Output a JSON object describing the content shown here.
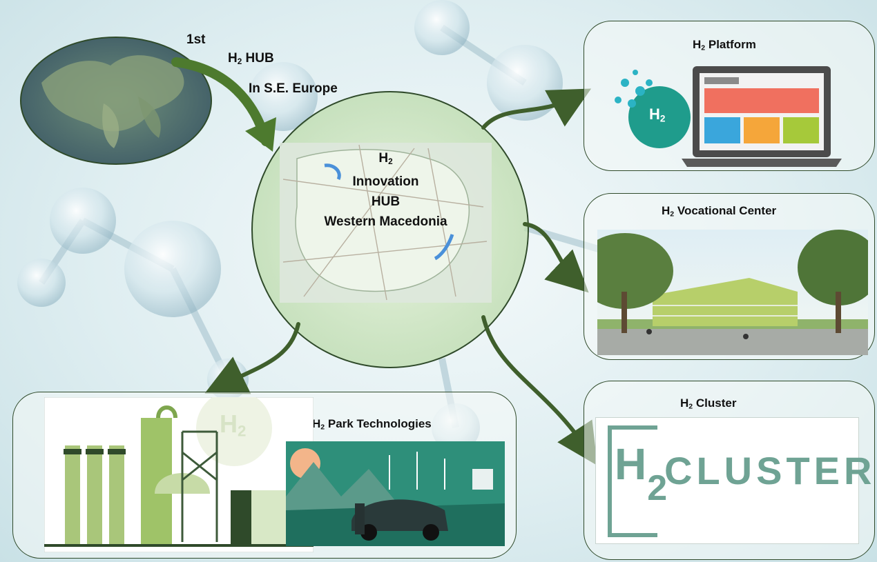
{
  "hub": {
    "ordinal": "1st",
    "h2_hub_text": "H",
    "h2_hub_sub": "2",
    "h2_hub_rest": " HUB",
    "region": "In S.E. Europe"
  },
  "center": {
    "h": "H",
    "sub": "2",
    "line1": "Innovation",
    "line2": "HUB",
    "line3": "Western Macedonia"
  },
  "panels": {
    "platform": {
      "h": "H",
      "sub": "2",
      "label": " Platform",
      "badge_h": "H",
      "badge_sub": "2"
    },
    "vocational": {
      "h": "H",
      "sub": "2",
      "label": " Vocational Center"
    },
    "cluster": {
      "h": "H",
      "sub": "2",
      "label": " Cluster",
      "logo_h": "H",
      "logo_sub": "2",
      "logo_word": "CLUSTER"
    },
    "park": {
      "h": "H",
      "sub": "2",
      "label": " Park Technologies",
      "tank_h": "H",
      "tank_sub": "2"
    }
  },
  "colors": {
    "arrow": "#3f5f2c",
    "panel_border": "#2f4a2a",
    "cluster_teal": "#6fa394",
    "platform_red": "#f0705f",
    "platform_blue": "#3aa6dc",
    "platform_orange": "#f5a63a",
    "platform_green": "#a6c93a",
    "badge_teal": "#1f9c8c",
    "map_green": "#d9ebcf"
  },
  "icons": [
    "europe-map-icon",
    "region-map-icon",
    "laptop-icon",
    "h2-bubble-badge-icon",
    "building-icon",
    "factory-icon",
    "ev-charging-icon",
    "cluster-logo-icon"
  ]
}
